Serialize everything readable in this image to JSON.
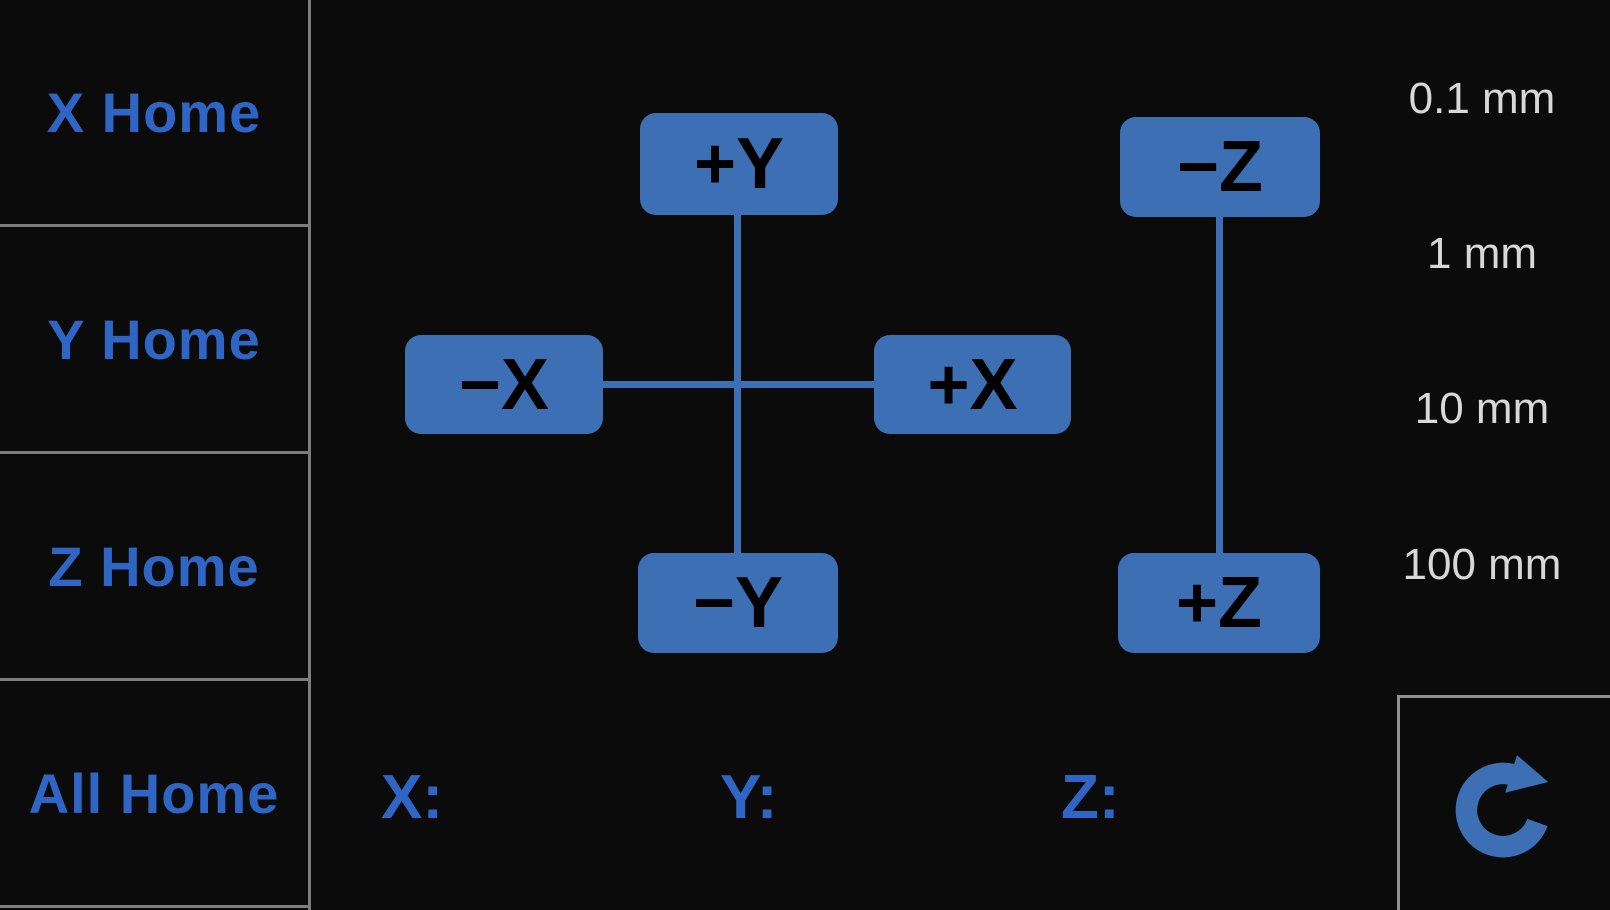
{
  "sidebar": {
    "items": [
      {
        "label": "X Home"
      },
      {
        "label": "Y Home"
      },
      {
        "label": "Z Home"
      },
      {
        "label": "All Home"
      }
    ]
  },
  "jog_pad": {
    "xy": {
      "plus_y": "+Y",
      "minus_y": "−Y",
      "minus_x": "−X",
      "plus_x": "+X"
    },
    "z": {
      "minus_z": "−Z",
      "plus_z": "+Z"
    }
  },
  "step_sizes": {
    "options": [
      {
        "label": "0.1 mm"
      },
      {
        "label": "1 mm"
      },
      {
        "label": "10 mm"
      },
      {
        "label": "100 mm"
      }
    ]
  },
  "position_readout": {
    "x_label": "X:",
    "x_value": "",
    "y_label": "Y:",
    "y_value": "",
    "z_label": "Z:",
    "z_value": ""
  },
  "icons": {
    "refresh": "refresh-icon"
  },
  "colors": {
    "background": "#0b0b0b",
    "button_blue": "#3c6fb4",
    "label_blue": "#2f66c6",
    "divider_gray": "#7d7d7d",
    "step_text": "#d8d8d8",
    "button_text": "#000000"
  }
}
